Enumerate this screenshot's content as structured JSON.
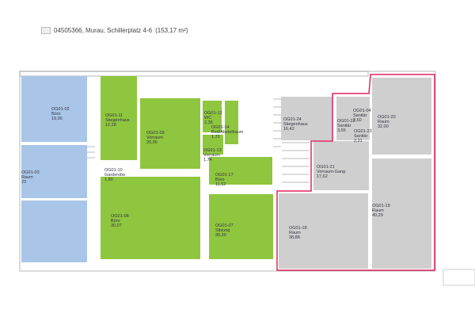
{
  "header": {
    "title": "04505366, Murau, Schillerplatz 4-6",
    "area": "(153,17 m²)",
    "icon": "printer-icon"
  },
  "colors": {
    "office_blue": "#a9c6e8",
    "green": "#8fc63f",
    "gray": "#cfcfcf",
    "highlight": "#e0245e"
  },
  "rooms": [
    {
      "id": "OG01-02",
      "name": "Büro",
      "area": "19,36",
      "color": "blue"
    },
    {
      "id": "OG01-03",
      "name": "Raum",
      "area": "23",
      "color": "blue"
    },
    {
      "id": "OG01-11",
      "name": "Stiegenhaus",
      "area": "12,28",
      "color": "green"
    },
    {
      "id": "OG01-09",
      "name": "Vorraum",
      "area": "20,96",
      "color": "green"
    },
    {
      "id": "OG01-10",
      "name": "Garderobe",
      "area": "1,80",
      "color": "green"
    },
    {
      "id": "OG01-08",
      "name": "Büro",
      "area": "30,07",
      "color": "green"
    },
    {
      "id": "OG01-12",
      "name": "WC",
      "area": "2,36",
      "color": "green"
    },
    {
      "id": "OG01-14",
      "name": "Bad/Abstellraum",
      "area": "1,72",
      "color": "green"
    },
    {
      "id": "OG01-13",
      "name": "Vorraum",
      "area": "1,74",
      "color": "green"
    },
    {
      "id": "OG01-17",
      "name": "Büro",
      "area": "11,52",
      "color": "green"
    },
    {
      "id": "OG01-07",
      "name": "Sitzung",
      "area": "30,30",
      "color": "green"
    },
    {
      "id": "OG01-24",
      "name": "Stiegenhaus",
      "area": "16,42",
      "color": "gray"
    },
    {
      "id": "OG01-04",
      "name": "Sanitär",
      "area": "2,60",
      "color": "gray"
    },
    {
      "id": "OG01-22",
      "name": "Sanitär",
      "area": "3,55",
      "color": "gray"
    },
    {
      "id": "OG01-23",
      "name": "Sanitär",
      "area": "2,21",
      "color": "gray"
    },
    {
      "id": "OG01-20",
      "name": "Raum",
      "area": "32,00",
      "color": "gray"
    },
    {
      "id": "OG01-21",
      "name": "Vorraum-Gang",
      "area": "17,62",
      "color": "gray"
    },
    {
      "id": "OG01-18",
      "name": "Raum",
      "area": "38,88",
      "color": "gray"
    },
    {
      "id": "OG01-19",
      "name": "Raum",
      "area": "40,29",
      "color": "gray"
    }
  ]
}
